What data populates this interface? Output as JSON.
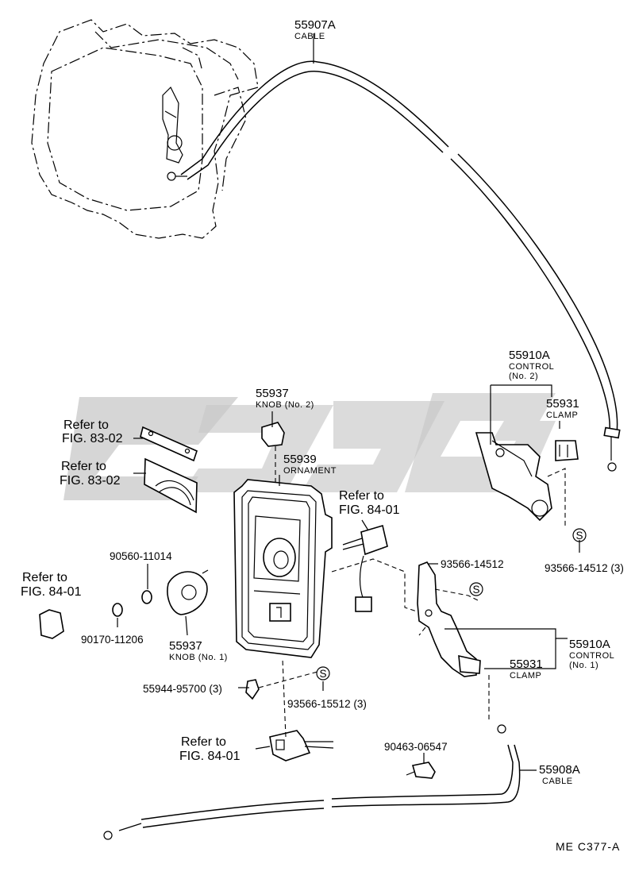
{
  "diagram_code": "ME  C377-A",
  "watermark": "GEG",
  "parts": [
    {
      "id": "cable-upper",
      "number": "55907A",
      "caption": "CABLE"
    },
    {
      "id": "control-2",
      "number": "55910A",
      "caption": "CONTROL",
      "sub": "(No. 2)"
    },
    {
      "id": "clamp-upper",
      "number": "55931",
      "caption": "CLAMP"
    },
    {
      "id": "knob-2",
      "number": "55937",
      "caption": "KNOB (No. 2)"
    },
    {
      "id": "ornament",
      "number": "55939",
      "caption": "ORNAMENT"
    },
    {
      "id": "screw-upper",
      "number": "93566-14512 (3)"
    },
    {
      "id": "screw-mid",
      "number": "93566-14512"
    },
    {
      "id": "washer",
      "number": "90560-11014"
    },
    {
      "id": "nut",
      "number": "90170-11206"
    },
    {
      "id": "knob-1",
      "number": "55937",
      "caption": "KNOB (No. 1)"
    },
    {
      "id": "control-1",
      "number": "55910A",
      "caption": "CONTROL",
      "sub": "(No. 1)"
    },
    {
      "id": "clamp-lower",
      "number": "55931",
      "caption": "CLAMP"
    },
    {
      "id": "clip",
      "number": "55944-95700 (3)"
    },
    {
      "id": "screw-lower",
      "number": "93566-15512 (3)"
    },
    {
      "id": "grommet",
      "number": "90463-06547"
    },
    {
      "id": "cable-lower",
      "number": "55908A",
      "caption": "CABLE"
    }
  ],
  "references": [
    {
      "id": "ref-1",
      "line1": "Refer to",
      "line2": "FIG. 83-02"
    },
    {
      "id": "ref-2",
      "line1": "Refer to",
      "line2": "FIG. 83-02"
    },
    {
      "id": "ref-3",
      "line1": "Refer to",
      "line2": "FIG. 84-01"
    },
    {
      "id": "ref-4",
      "line1": "Refer to",
      "line2": "FIG. 84-01"
    },
    {
      "id": "ref-5",
      "line1": "Refer to",
      "line2": "FIG. 84-01"
    }
  ],
  "screw_symbol": "S"
}
